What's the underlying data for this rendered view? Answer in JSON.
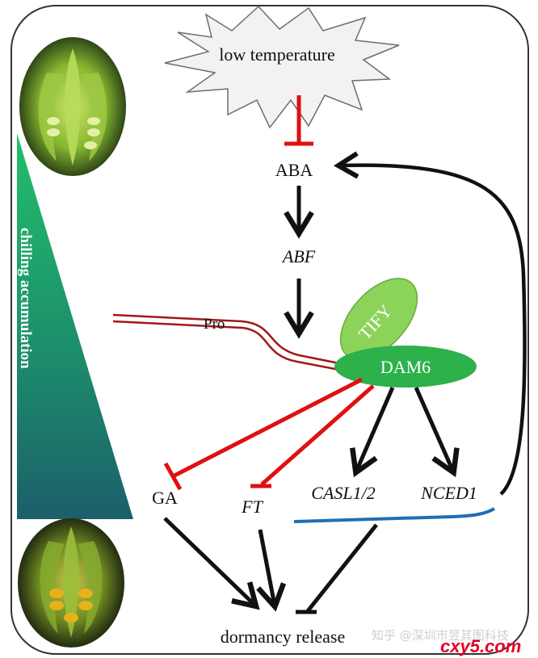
{
  "labels": {
    "stimulus": "low temperature",
    "aba": "ABA",
    "abf": "ABF",
    "promoter": "Pro",
    "tify": "TIFY",
    "dam6": "DAM6",
    "ga": "GA",
    "ft": "FT",
    "casl": "CASL1/2",
    "nced": "NCED1",
    "outcome": "dormancy release",
    "gradient": "chilling accumulation"
  },
  "watermark": {
    "source": "知乎 @深圳市昱其图科技",
    "site": "cxy5.com"
  },
  "colors": {
    "activation": "#111111",
    "inhibition": "#e01010",
    "promoter": "#a01818",
    "feedback_bar": "#1f6fb5",
    "dam6": "#2db14b",
    "tify": "#8cd35a",
    "gradient_top": "#22bf6a",
    "gradient_bottom": "#1b5f6b",
    "watermark_red": "#e4002b"
  }
}
